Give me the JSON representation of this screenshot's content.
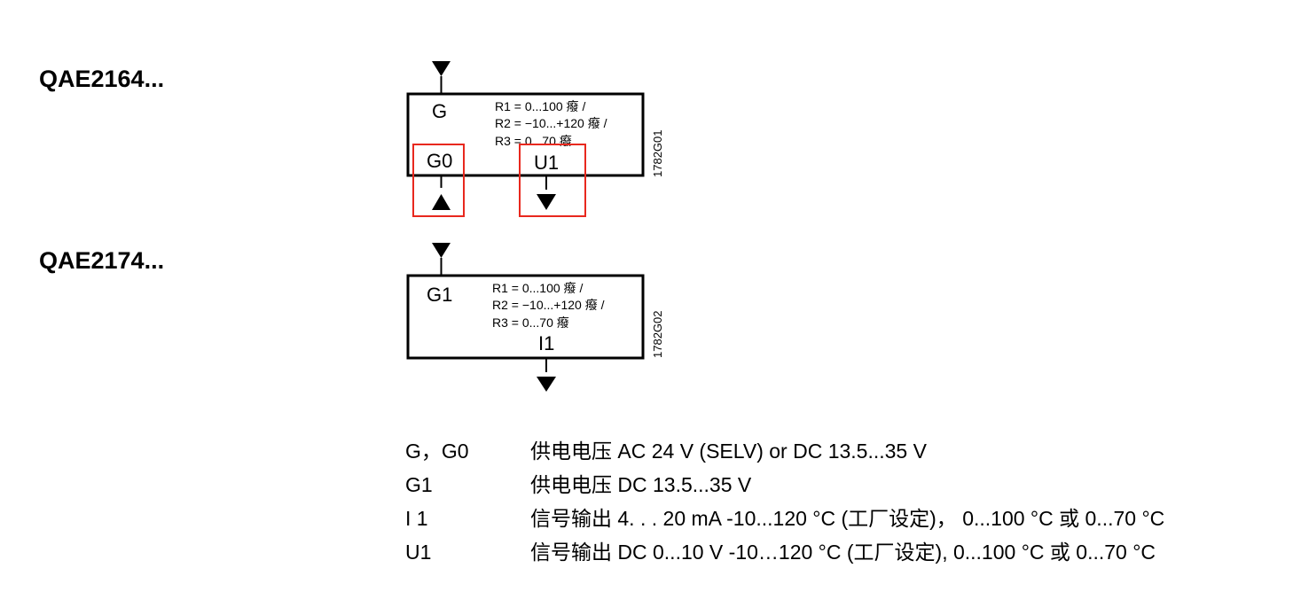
{
  "models": [
    "QAE2164...",
    "QAE2174..."
  ],
  "block1": {
    "top_terminal": "G",
    "ranges": [
      "R1 = 0...100 癈 /",
      "R2 = −10...+120 癈 /",
      "R3 = 0...70 癈"
    ],
    "bottom_terminals": [
      "G0",
      "U1"
    ],
    "code": "1782G01",
    "highlight_color": "#e8281e"
  },
  "block2": {
    "top_terminal": "G1",
    "ranges": [
      "R1 = 0...100 癈 /",
      "R2 = −10...+120 癈 /",
      "R3 = 0...70 癈"
    ],
    "bottom_terminal": "I1",
    "code": "1782G02"
  },
  "legend": [
    {
      "term": "G，G0",
      "desc": "供电电压 AC 24 V (SELV) or DC 13.5...35 V"
    },
    {
      "term": "G1",
      "desc": "供电电压 DC 13.5...35 V"
    },
    {
      "term": "I 1",
      "desc": "信号输出 4. . . 20  mA    -10...120 °C (工厂设定)，  0...100 °C 或 0...70 °C"
    },
    {
      "term": "U1",
      "desc": "信号输出 DC 0...10 V   -10…120 °C (工厂设定),  0...100 °C 或  0...70 °C"
    }
  ]
}
